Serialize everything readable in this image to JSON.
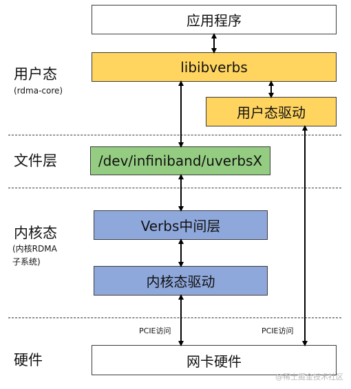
{
  "layers": {
    "user": {
      "label": "用户态",
      "sub": "(rdma-core)"
    },
    "file": {
      "label": "文件层"
    },
    "kernel": {
      "label": "内核态",
      "sub_line1": "(内核RDMA",
      "sub_line2": "子系统)"
    },
    "hardware": {
      "label": "硬件"
    }
  },
  "boxes": {
    "app": "应用程序",
    "libibverbs": "libibverbs",
    "user_driver": "用户态驱动",
    "uverbs": "/dev/infiniband/uverbsX",
    "verbs_mid": "Verbs中间层",
    "kernel_driver": "内核态驱动",
    "nic": "网卡硬件"
  },
  "links": {
    "pcie_left": "PCIE访问",
    "pcie_right": "PCIE访问"
  },
  "colors": {
    "user_layer": "#ffd45f",
    "file_layer": "#94cc82",
    "kernel_layer": "#8fa8dc",
    "app_hardware": "#ffffff"
  },
  "watermark": "@稀土掘金技术社区"
}
